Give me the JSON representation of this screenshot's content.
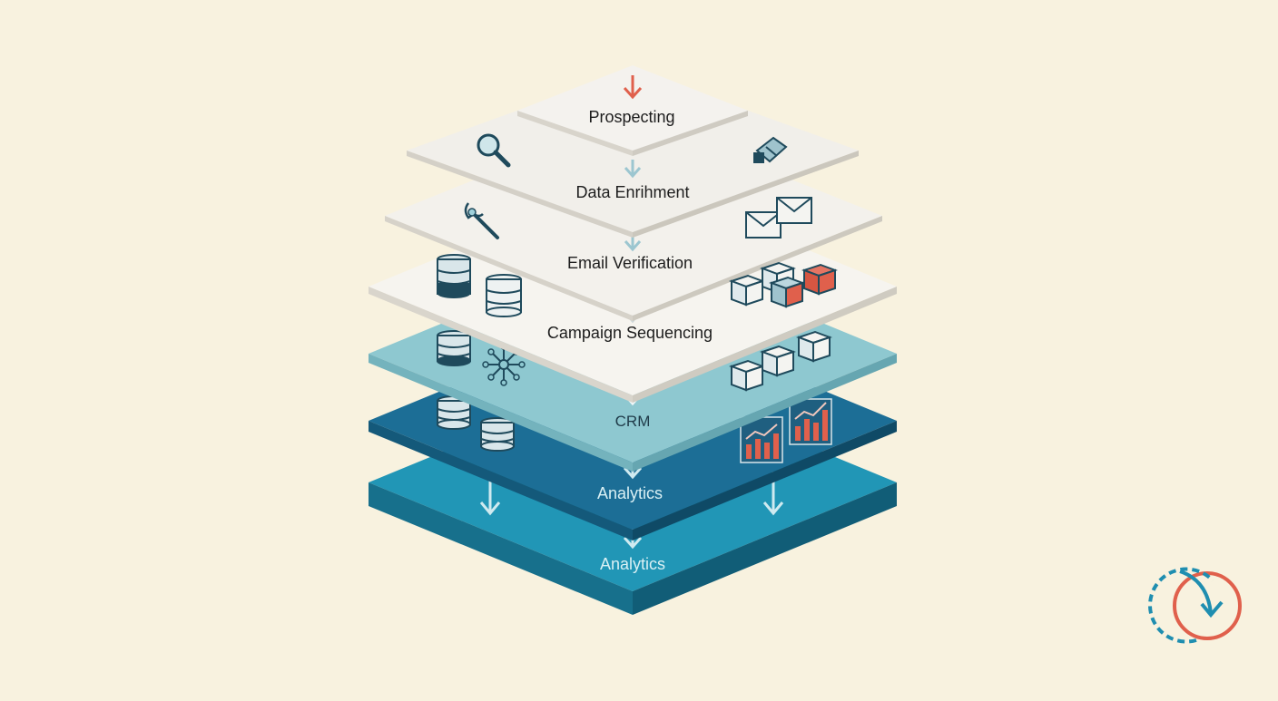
{
  "diagram": {
    "title": "",
    "layers": [
      {
        "label": "Prospecting",
        "style": "white"
      },
      {
        "label": "Data Enrihment",
        "style": "white"
      },
      {
        "label": "Email Verification",
        "style": "white"
      },
      {
        "label": "Campaign Sequencing",
        "style": "white"
      },
      {
        "label": "CRM",
        "style": "light-teal"
      },
      {
        "label": "Analytics",
        "style": "dark-teal"
      },
      {
        "label": "Analytics",
        "style": "teal"
      }
    ],
    "icons": [
      "magnifier-icon",
      "tag-icon",
      "wrench-icon",
      "envelopes-icon",
      "database-icon",
      "cubes-icon",
      "network-node-icon",
      "bar-chart-icon",
      "refresh-cycle-icon",
      "down-arrow-icon"
    ]
  },
  "colors": {
    "background": "#f8f2df",
    "white_layer": "#f6f4ef",
    "light_teal": "#8ec8d0",
    "dark_teal": "#1c6e96",
    "teal": "#1f8eb0",
    "ink": "#1f4a5c",
    "accent_red": "#e0604c",
    "arrow_blue": "#7fb9c8"
  }
}
